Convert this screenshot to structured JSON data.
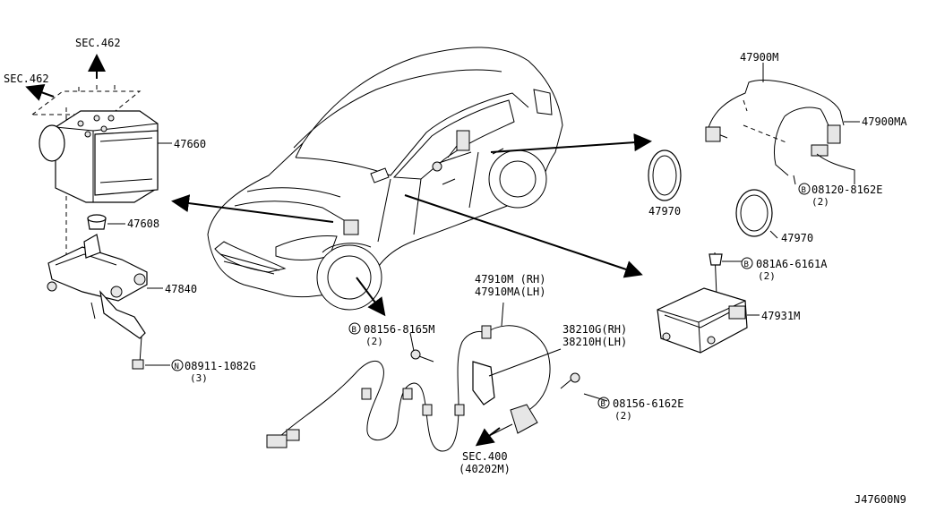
{
  "parts": {
    "sec462_top": "SEC.462",
    "sec462_left": "SEC.462",
    "abs_actuator": "47660",
    "grommet": "47608",
    "bracket": "47840",
    "nut_prefix": "N",
    "nut": "08911-1082G",
    "nut_qty": "(3)",
    "sensor_rear": "47900M",
    "sensor_rear_lh": "47900MA",
    "bolt_rear_prefix": "B",
    "bolt_rear": "08120-8162E",
    "bolt_rear_qty": "(2)",
    "rotor_a": "47970",
    "rotor_b": "47970",
    "bolt_ctrl_prefix": "B",
    "bolt_ctrl": "081A6-6161A",
    "bolt_ctrl_qty": "(2)",
    "control_unit": "47931M",
    "front_sensor_rh": "47910M  (RH)",
    "front_sensor_lh": "47910MA(LH)",
    "bolt_front_prefix": "B",
    "bolt_front": "08156-8165M",
    "bolt_front_qty": "(2)",
    "clip_rh": "38210G(RH)",
    "clip_lh": "38210H(LH)",
    "bolt_clip_prefix": "B",
    "bolt_clip": "08156-6162E",
    "bolt_clip_qty": "(2)",
    "sec400": "SEC.400",
    "sec400_ref": "(40202M)"
  },
  "footer": {
    "diagram_id": "J47600N9"
  }
}
